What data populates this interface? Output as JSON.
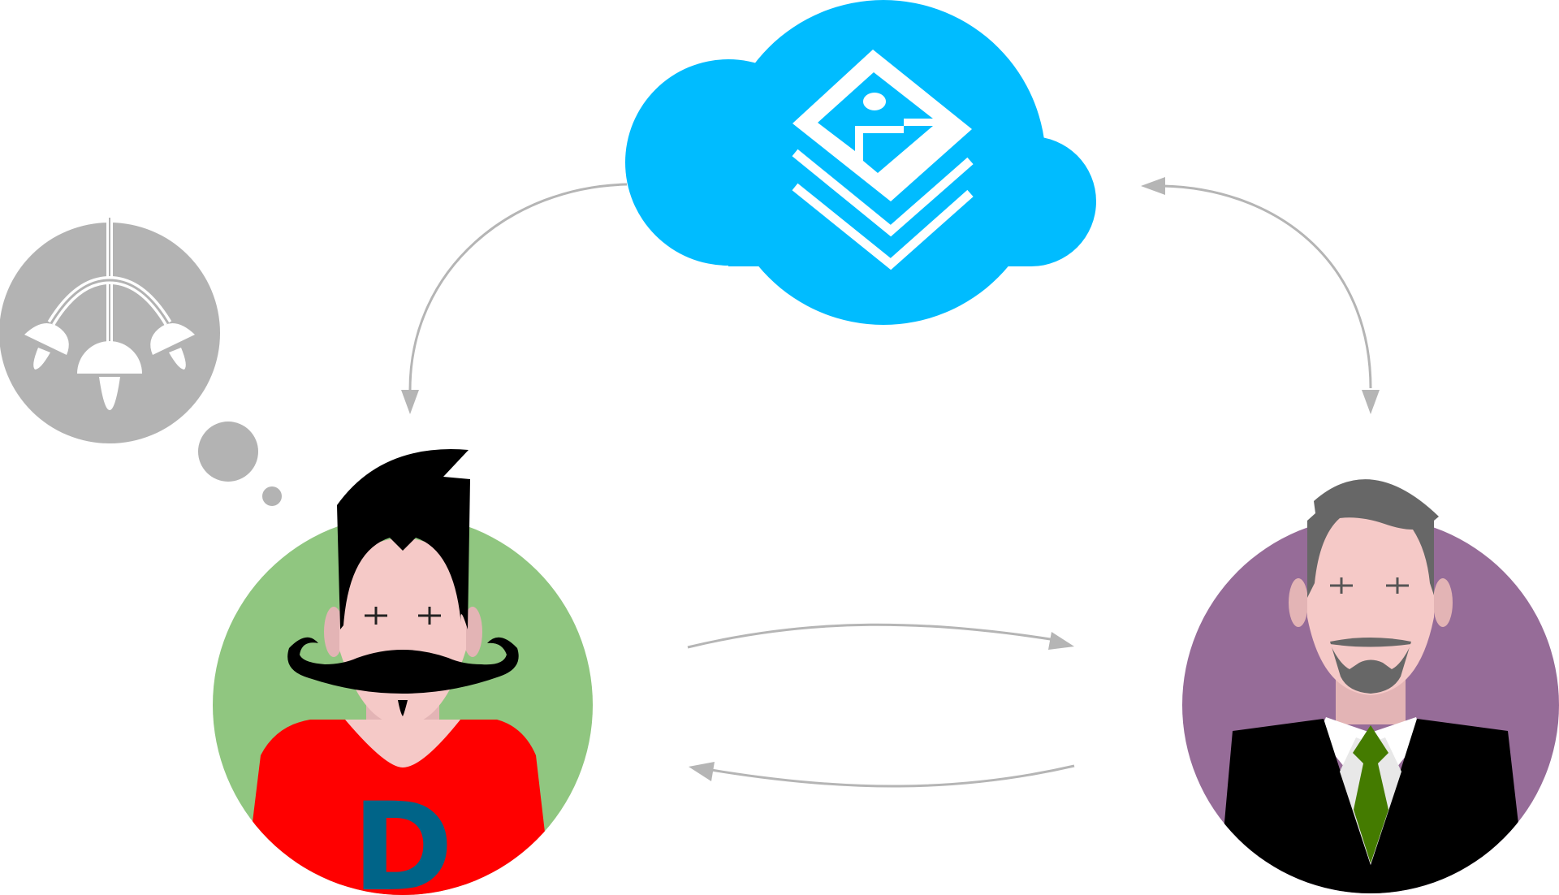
{
  "colors": {
    "cloud": "#00BCFF",
    "arrow": "#B5B5B5",
    "thought": "#B3B3B3",
    "developer_bg": "#90C680",
    "developer_shirt": "#FF0000",
    "developer_letter": "#006488",
    "developer_hair": "#000000",
    "skin": "#F5C9C7",
    "manager_bg": "#966C98",
    "manager_suit": "#000000",
    "manager_tie": "#447B00",
    "manager_hair": "#676767"
  },
  "icons": {
    "cloud": "cloud-icon",
    "image_layers": "image-layers-icon",
    "idea_chandelier": "chandelier-icon",
    "developer_avatar": "developer-avatar",
    "manager_avatar": "manager-avatar"
  },
  "developer": {
    "shirt_letter": "D"
  }
}
